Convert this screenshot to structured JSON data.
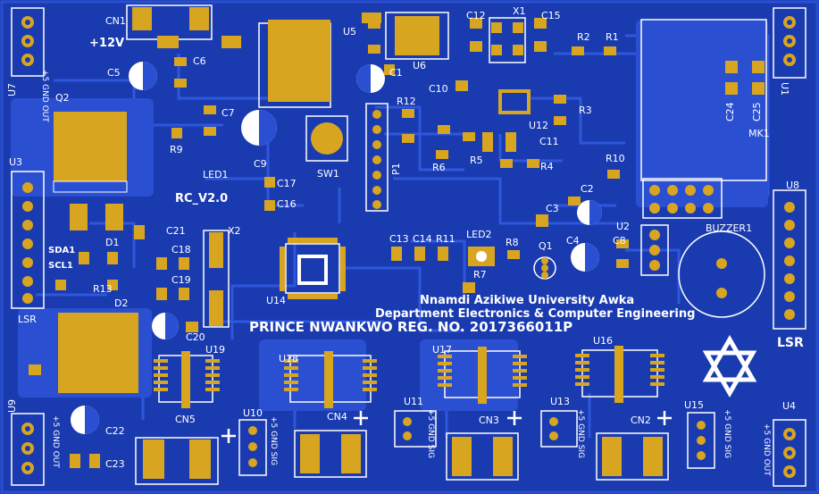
{
  "board": {
    "background": "#1c3fb8",
    "trace_color": "#2f55d8",
    "pad_color": "#d8a520",
    "silk_color": "#ffffff",
    "title_bar": "Prince NWANKWO REG. NO. 2017366011P",
    "title": "PRINCE NWANKWO REG. NO. 2017366011P",
    "university": "Nnamdi Azikiwe University Awka",
    "department": "Department Electronics & Computer Engineering",
    "version": "RC_V2.0",
    "voltage": "+12V"
  },
  "connector_labels": {
    "u7": "U7",
    "u7_pins": "+5 GND OUT",
    "u9": "U9",
    "u9_pins": "+5 GND OUT",
    "u1": "U1",
    "u4": "U4",
    "u4_pins": "+5 GND OUT",
    "u3": "U3",
    "u8": "U8",
    "lsr_left": "LSR",
    "lsr_right": "LSR",
    "sda": "SDA1",
    "scl": "SCL1",
    "u10": "U10",
    "u10_pins": "+5 GND SIG",
    "u11": "U11",
    "u11_pins": "+5 GND SIG",
    "u13": "U13",
    "u13_pins": "+5 GND SIG",
    "u15": "U15",
    "u15_pins": "+5 GND SIG"
  },
  "components": {
    "cn1": "CN1",
    "cn2": "CN2",
    "cn3": "CN3",
    "cn4": "CN4",
    "cn5": "CN5",
    "q1": "Q1",
    "q2": "Q2",
    "d1": "D1",
    "d2": "D2",
    "u2": "U2",
    "u5": "U5",
    "u6": "U6",
    "u12": "U12",
    "u14": "U14",
    "u16": "U16",
    "u17": "U17",
    "u18": "U18",
    "u19": "U19",
    "x1": "X1",
    "x2": "X2",
    "sw1": "SW1",
    "p1": "P1",
    "mk1": "MK1",
    "buzzer": "BUZZER1",
    "led1": "LED1",
    "led2": "LED2",
    "c1": "C1",
    "c2": "C2",
    "c3": "C3",
    "c4": "C4",
    "c5": "C5",
    "c6": "C6",
    "c7": "C7",
    "c8": "C8",
    "c9": "C9",
    "c10": "C10",
    "c11": "C11",
    "c12": "C12",
    "c13": "C13",
    "c14": "C14",
    "c15": "C15",
    "c16": "C16",
    "c17": "C17",
    "c18": "C18",
    "c19": "C19",
    "c20": "C20",
    "c21": "C21",
    "c22": "C22",
    "c23": "C23",
    "c24": "C24",
    "c25": "C25",
    "r1": "R1",
    "r2": "R2",
    "r3": "R3",
    "r4": "R4",
    "r5": "R5",
    "r6": "R6",
    "r7": "R7",
    "r8": "R8",
    "r9": "R9",
    "r10": "R10",
    "r11": "R11",
    "r12": "R12",
    "r13": "R13",
    "plus": "+"
  }
}
